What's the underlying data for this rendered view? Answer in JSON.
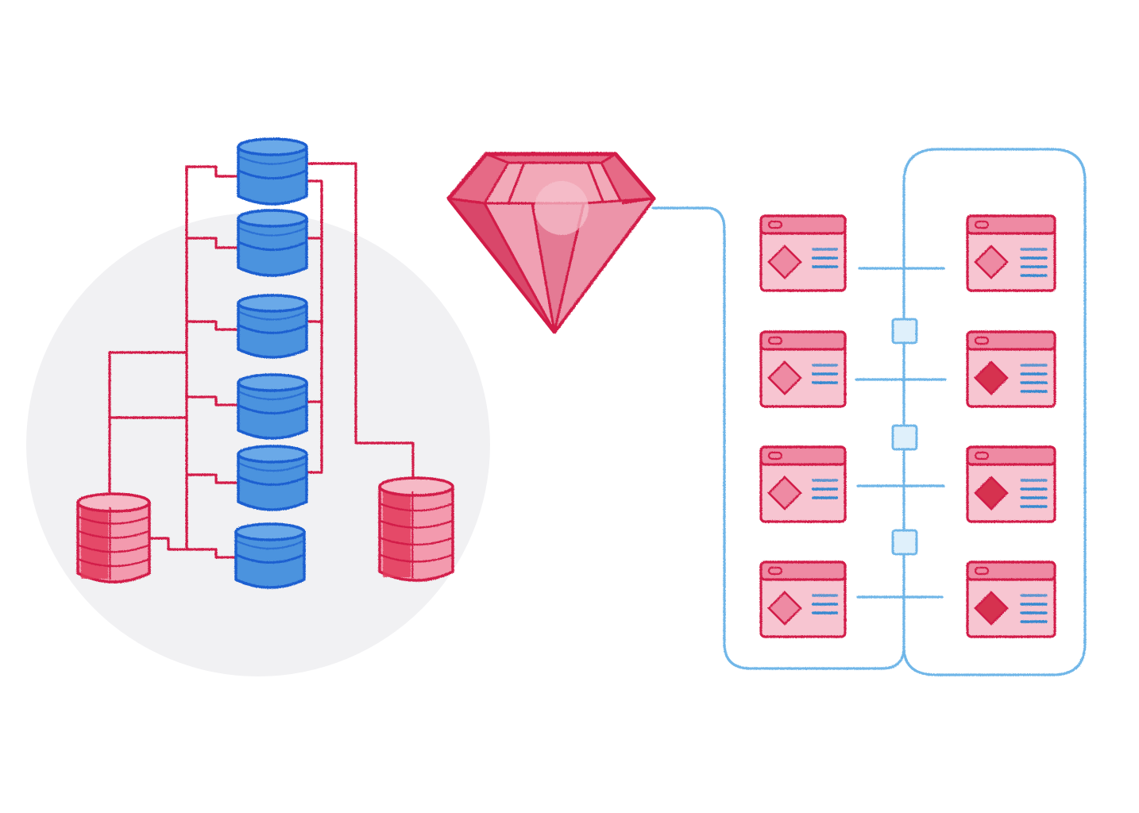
{
  "colors": {
    "background": "#ffffff",
    "circle_fill": "#f1f1f3",
    "ruby_red": "#d21f48",
    "ruby_fill": "#e66b86",
    "ruby_light": "#f2a9b8",
    "db_blue_fill": "#4c93de",
    "db_blue_stroke": "#1d5fd0",
    "db_red_fill": "#e23b5c",
    "line_blue": "#6fb6e8",
    "window_fill": "#f7c5d1",
    "window_bar": "#ee8aa3",
    "window_stroke": "#d21f48"
  },
  "icons": {
    "ruby": "ruby-gem-icon",
    "database": "database-cylinder-icon",
    "window": "browser-window-icon",
    "connector": "connector-node-icon"
  },
  "diagram": {
    "blue_databases": 6,
    "red_databases": 2,
    "windows_left_column": 4,
    "windows_right_column": 4,
    "connector_nodes": 3
  }
}
